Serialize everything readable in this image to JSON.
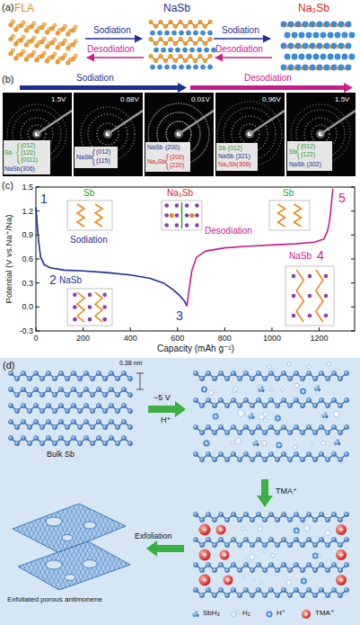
{
  "diagram": {
    "labels": [
      "(a)",
      "FLA",
      "NaSb",
      "Na₃Sb",
      "Sodiation",
      "Desodiation",
      "Sodiation",
      "Desodiation",
      "(b)",
      "Sodiation",
      "Desodiation",
      "1.5V",
      "0.68V",
      "0.01V",
      "0.96V",
      "1.5V",
      "Sb",
      "(012)",
      "(122)",
      "(0111)",
      "NaSb(306)",
      "NaSb",
      "(012)",
      "(115)",
      "NaSb",
      "(200)",
      "Na₃Sb",
      "(200)",
      "(220)",
      "Sb (012)",
      "NaSb (321)",
      "Na₃Sb(306)",
      "Sb",
      "(012)",
      "(122)",
      "NaSb (302)",
      "(c)",
      "1.5",
      "1.2",
      "0.9",
      "0.6",
      "0.3",
      "0.0",
      "-0.3",
      "0",
      "200",
      "400",
      "600",
      "800",
      "1000",
      "1200",
      "Potential (V vs.Na⁺/Na)",
      "Capacity (mAh g⁻¹)",
      "1",
      "Sb",
      "Sodiation",
      "2",
      "NaSb",
      "Na₃Sb",
      "3",
      "Desodiation",
      "Sb",
      "4",
      "NaSb",
      "5",
      "(d)",
      "0.38 nm",
      "Bulk Sb",
      "−5 V",
      "H⁺",
      "TMA⁺",
      "Exfoliation",
      "Exfoliated porous antimonene"
    ],
    "legend": [
      {
        "text": "SbH₃"
      },
      {
        "text": "H₂"
      },
      {
        "text": "H⁺"
      },
      {
        "text": "TMA⁺"
      }
    ]
  }
}
